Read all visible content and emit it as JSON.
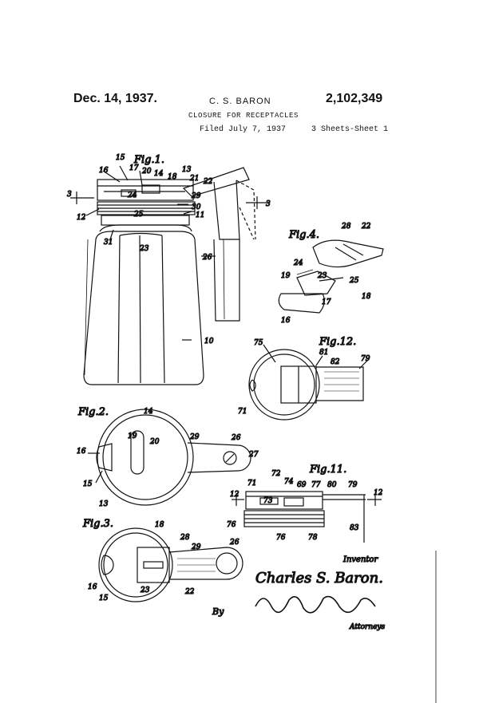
{
  "header": {
    "date": "Dec. 14, 1937.",
    "inventor": "C. S. BARON",
    "patent_number": "2,102,349",
    "title": "CLOSURE FOR RECEPTACLES",
    "filed": "Filed July 7, 1937",
    "sheets": "3 Sheets-Sheet 1"
  },
  "figures": {
    "fig1": "Fig.1.",
    "fig2": "Fig.2.",
    "fig3": "Fig.3.",
    "fig4": "Fig.4.",
    "fig11": "Fig.11.",
    "fig12": "Fig.12."
  },
  "labels": {
    "n3": "3",
    "n10": "10",
    "n11": "11",
    "n12": "12",
    "n13": "13",
    "n14": "14",
    "n15": "15",
    "n16": "16",
    "n17": "17",
    "n18": "18",
    "n19": "19",
    "n20": "20",
    "n21": "21",
    "n22": "22",
    "n23": "23",
    "n24": "24",
    "n25": "25",
    "n26": "26",
    "n27": "27",
    "n28": "28",
    "n29": "29",
    "n30": "30",
    "n31": "31",
    "n69": "69",
    "n71": "71",
    "n72": "72",
    "n73": "73",
    "n74": "74",
    "n75": "75",
    "n76": "76",
    "n77": "77",
    "n78": "78",
    "n79": "79",
    "n80": "80",
    "n81": "81",
    "n82": "82",
    "n83": "83"
  },
  "signature": {
    "inventor_caption": "Inventor",
    "inventor_name": "Charles S. Baron.",
    "by": "By",
    "attorneys_caption": "Attorneys"
  }
}
